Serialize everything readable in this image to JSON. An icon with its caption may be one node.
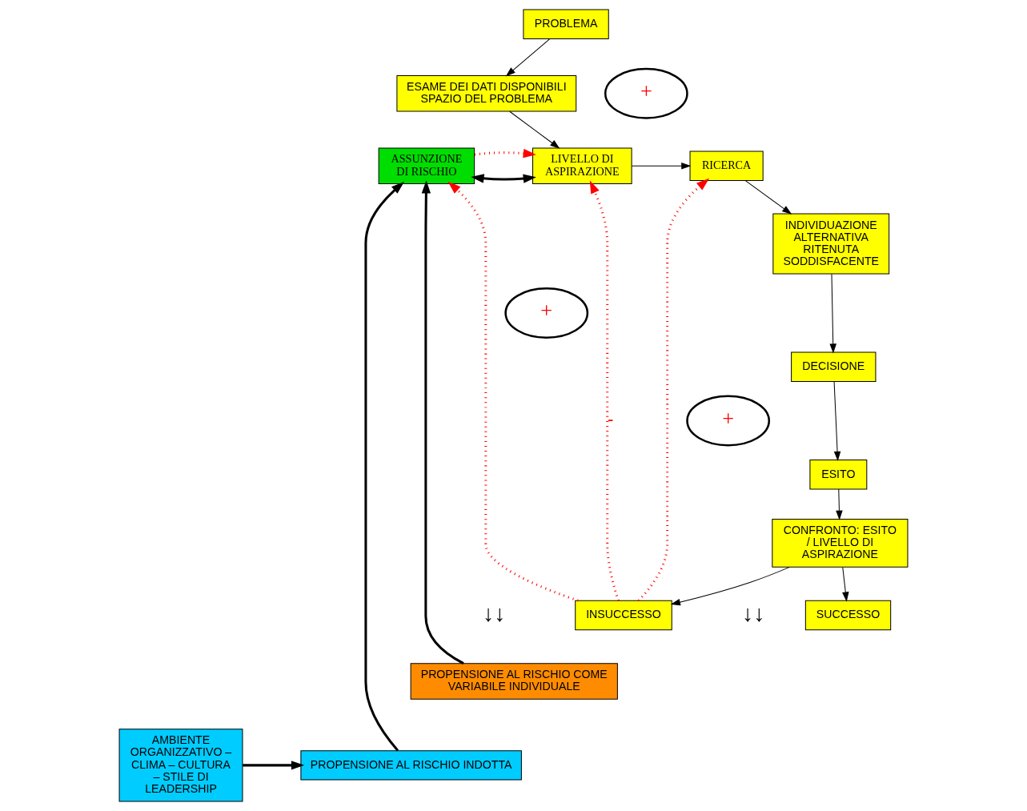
{
  "diagram": {
    "nodes": [
      {
        "text": [
          "PROBLEMA"
        ]
      },
      {
        "text": [
          "ESAME DEI DATI DISPONIBILI SPAZIO DEL PROBLEMA"
        ]
      },
      {
        "text": [
          "INDIVIDUAZIONE ALTERNATIVA RITENUTA SODDISFACENTE"
        ]
      },
      {
        "text": [
          "ASSUNZIONE DI RISCHIO"
        ]
      },
      {
        "text": [
          "LIVELLO DI ASPIRAZIONE"
        ]
      },
      {
        "text": [
          "RICERCA"
        ]
      },
      {
        "text": [
          "DECISIONE"
        ]
      },
      {
        "text": [
          "ESITO"
        ]
      },
      {
        "text": [
          "CONFRONTO: ESITO / LIVELLO DI ASPIRAZIONE"
        ]
      },
      {
        "text": [
          "INSUCCESSO"
        ]
      },
      {
        "text": [
          "SUCCESSO"
        ]
      },
      {
        "text": [
          "PROPENSIONE AL RISCHIO COME VARIABILE INDIVIDUALE"
        ]
      },
      {
        "text": [
          "PROPENSIONE AL RISCHIO INDOTTA"
        ]
      },
      {
        "text": [
          "AMBIENTE ORGANIZZATIVO – CLIMA – CULTURA – STILE DI LEADERSHIP"
        ]
      },
      {
        "text": [
          "+"
        ]
      },
      {
        "text": [
          "+"
        ]
      },
      {
        "text": [
          "+"
        ]
      }
    ],
    "edges": [
      {
        "from": 0,
        "to": 1,
        "arrow": "to"
      },
      {
        "from": 1,
        "to": 4,
        "arrow": "to"
      },
      {
        "from": 3,
        "to": 4,
        "arrow": "both",
        "style": "thick"
      },
      {
        "from": 4,
        "to": 5,
        "arrow": "to"
      },
      {
        "from": 5,
        "to": 2,
        "arrow": "to"
      },
      {
        "from": 2,
        "to": 6,
        "arrow": "to"
      },
      {
        "from": 6,
        "to": 7,
        "arrow": "to"
      },
      {
        "from": 7,
        "to": 8,
        "arrow": "to"
      },
      {
        "from": 8,
        "to": 9,
        "arrow": "to"
      },
      {
        "from": 8,
        "to": 10,
        "arrow": "to"
      },
      {
        "from": 3,
        "to": 4,
        "arrow": "to",
        "style": "dashed",
        "color": "#ff0000"
      },
      {
        "from": 9,
        "to": 3,
        "arrow": "to",
        "style": "dashed",
        "color": "#ff0000"
      },
      {
        "from": 9,
        "to": 4,
        "arrow": "to",
        "style": "dashed",
        "color": "#ff0000",
        "label": "-"
      },
      {
        "from": 9,
        "to": 5,
        "arrow": "to",
        "style": "dashed",
        "color": "#ff0000"
      },
      {
        "from": 11,
        "to": 3,
        "arrow": "to",
        "style": "thick"
      },
      {
        "from": 12,
        "to": 3,
        "arrow": "to",
        "style": "thick"
      },
      {
        "from": 13,
        "to": 12,
        "arrow": "to",
        "style": "thick"
      }
    ],
    "labels": [
      "↓↓",
      "↓↓"
    ]
  }
}
